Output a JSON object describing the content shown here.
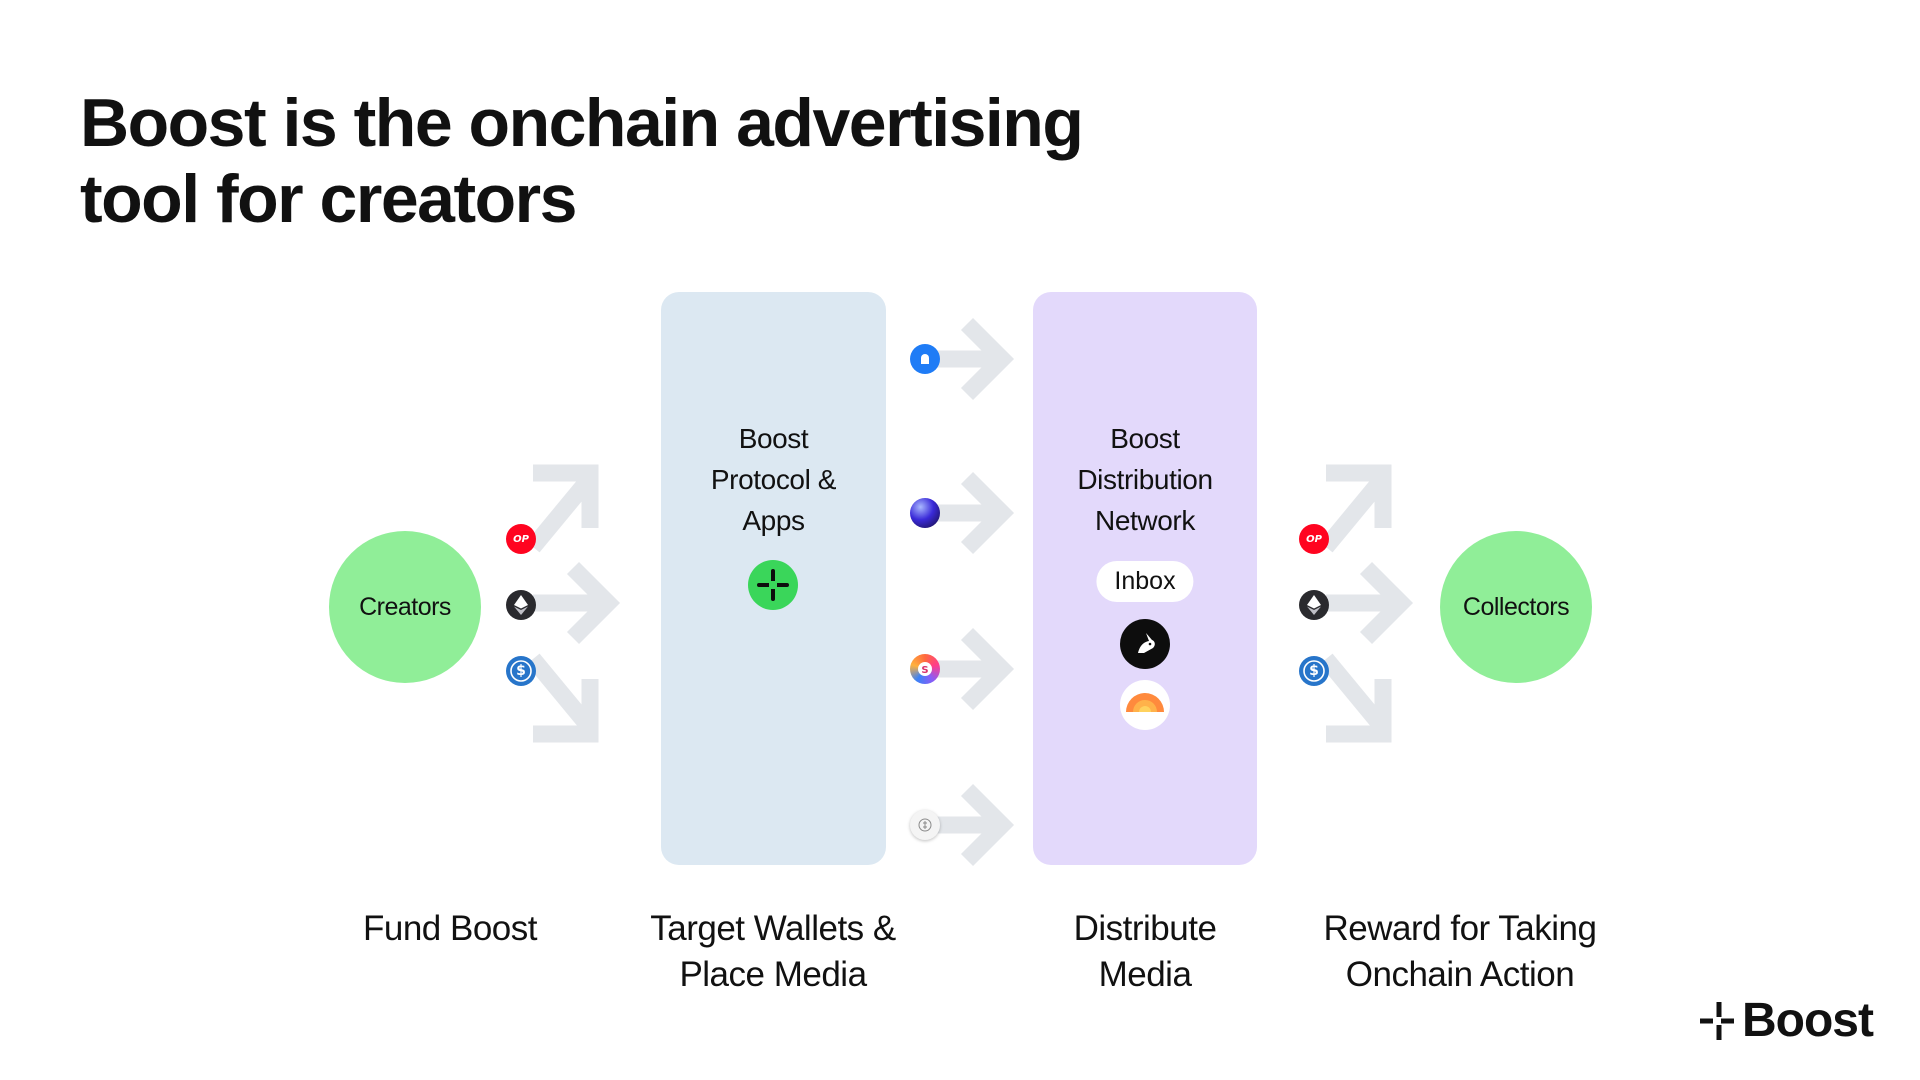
{
  "title": {
    "line1": "Boost is the onchain advertising",
    "line2": "tool for creators"
  },
  "nodes": {
    "creators": "Creators",
    "collectors": "Collectors"
  },
  "panels": {
    "protocol": {
      "lines": [
        "Boost",
        "Protocol &",
        "Apps"
      ],
      "color": "#dce8f2",
      "logo": "boost-plus-logo"
    },
    "distribution": {
      "lines": [
        "Boost",
        "Distribution",
        "Network"
      ],
      "color": "#e3d9fb",
      "pill": "Inbox",
      "logos": [
        "rabbit-logo",
        "sunrise-logo"
      ]
    }
  },
  "tokens": {
    "op": "OP",
    "eth": "ethereum-icon",
    "usdc": "$"
  },
  "wallet_icons": [
    "blue-wallet-icon",
    "orb-icon",
    "gradient-token-icon",
    "coin-icon"
  ],
  "steps": {
    "fund": [
      "Fund Boost"
    ],
    "target": [
      "Target Wallets &",
      "Place Media"
    ],
    "distribute": [
      "Distribute",
      "Media"
    ],
    "reward": [
      "Reward for Taking",
      "Onchain Action"
    ]
  },
  "brand": {
    "name": "Boost"
  },
  "colors": {
    "node_green": "#90ee98",
    "arrow_gray": "#e3e6ea",
    "op_red": "#ff0420",
    "usdc_blue": "#2775ca"
  }
}
